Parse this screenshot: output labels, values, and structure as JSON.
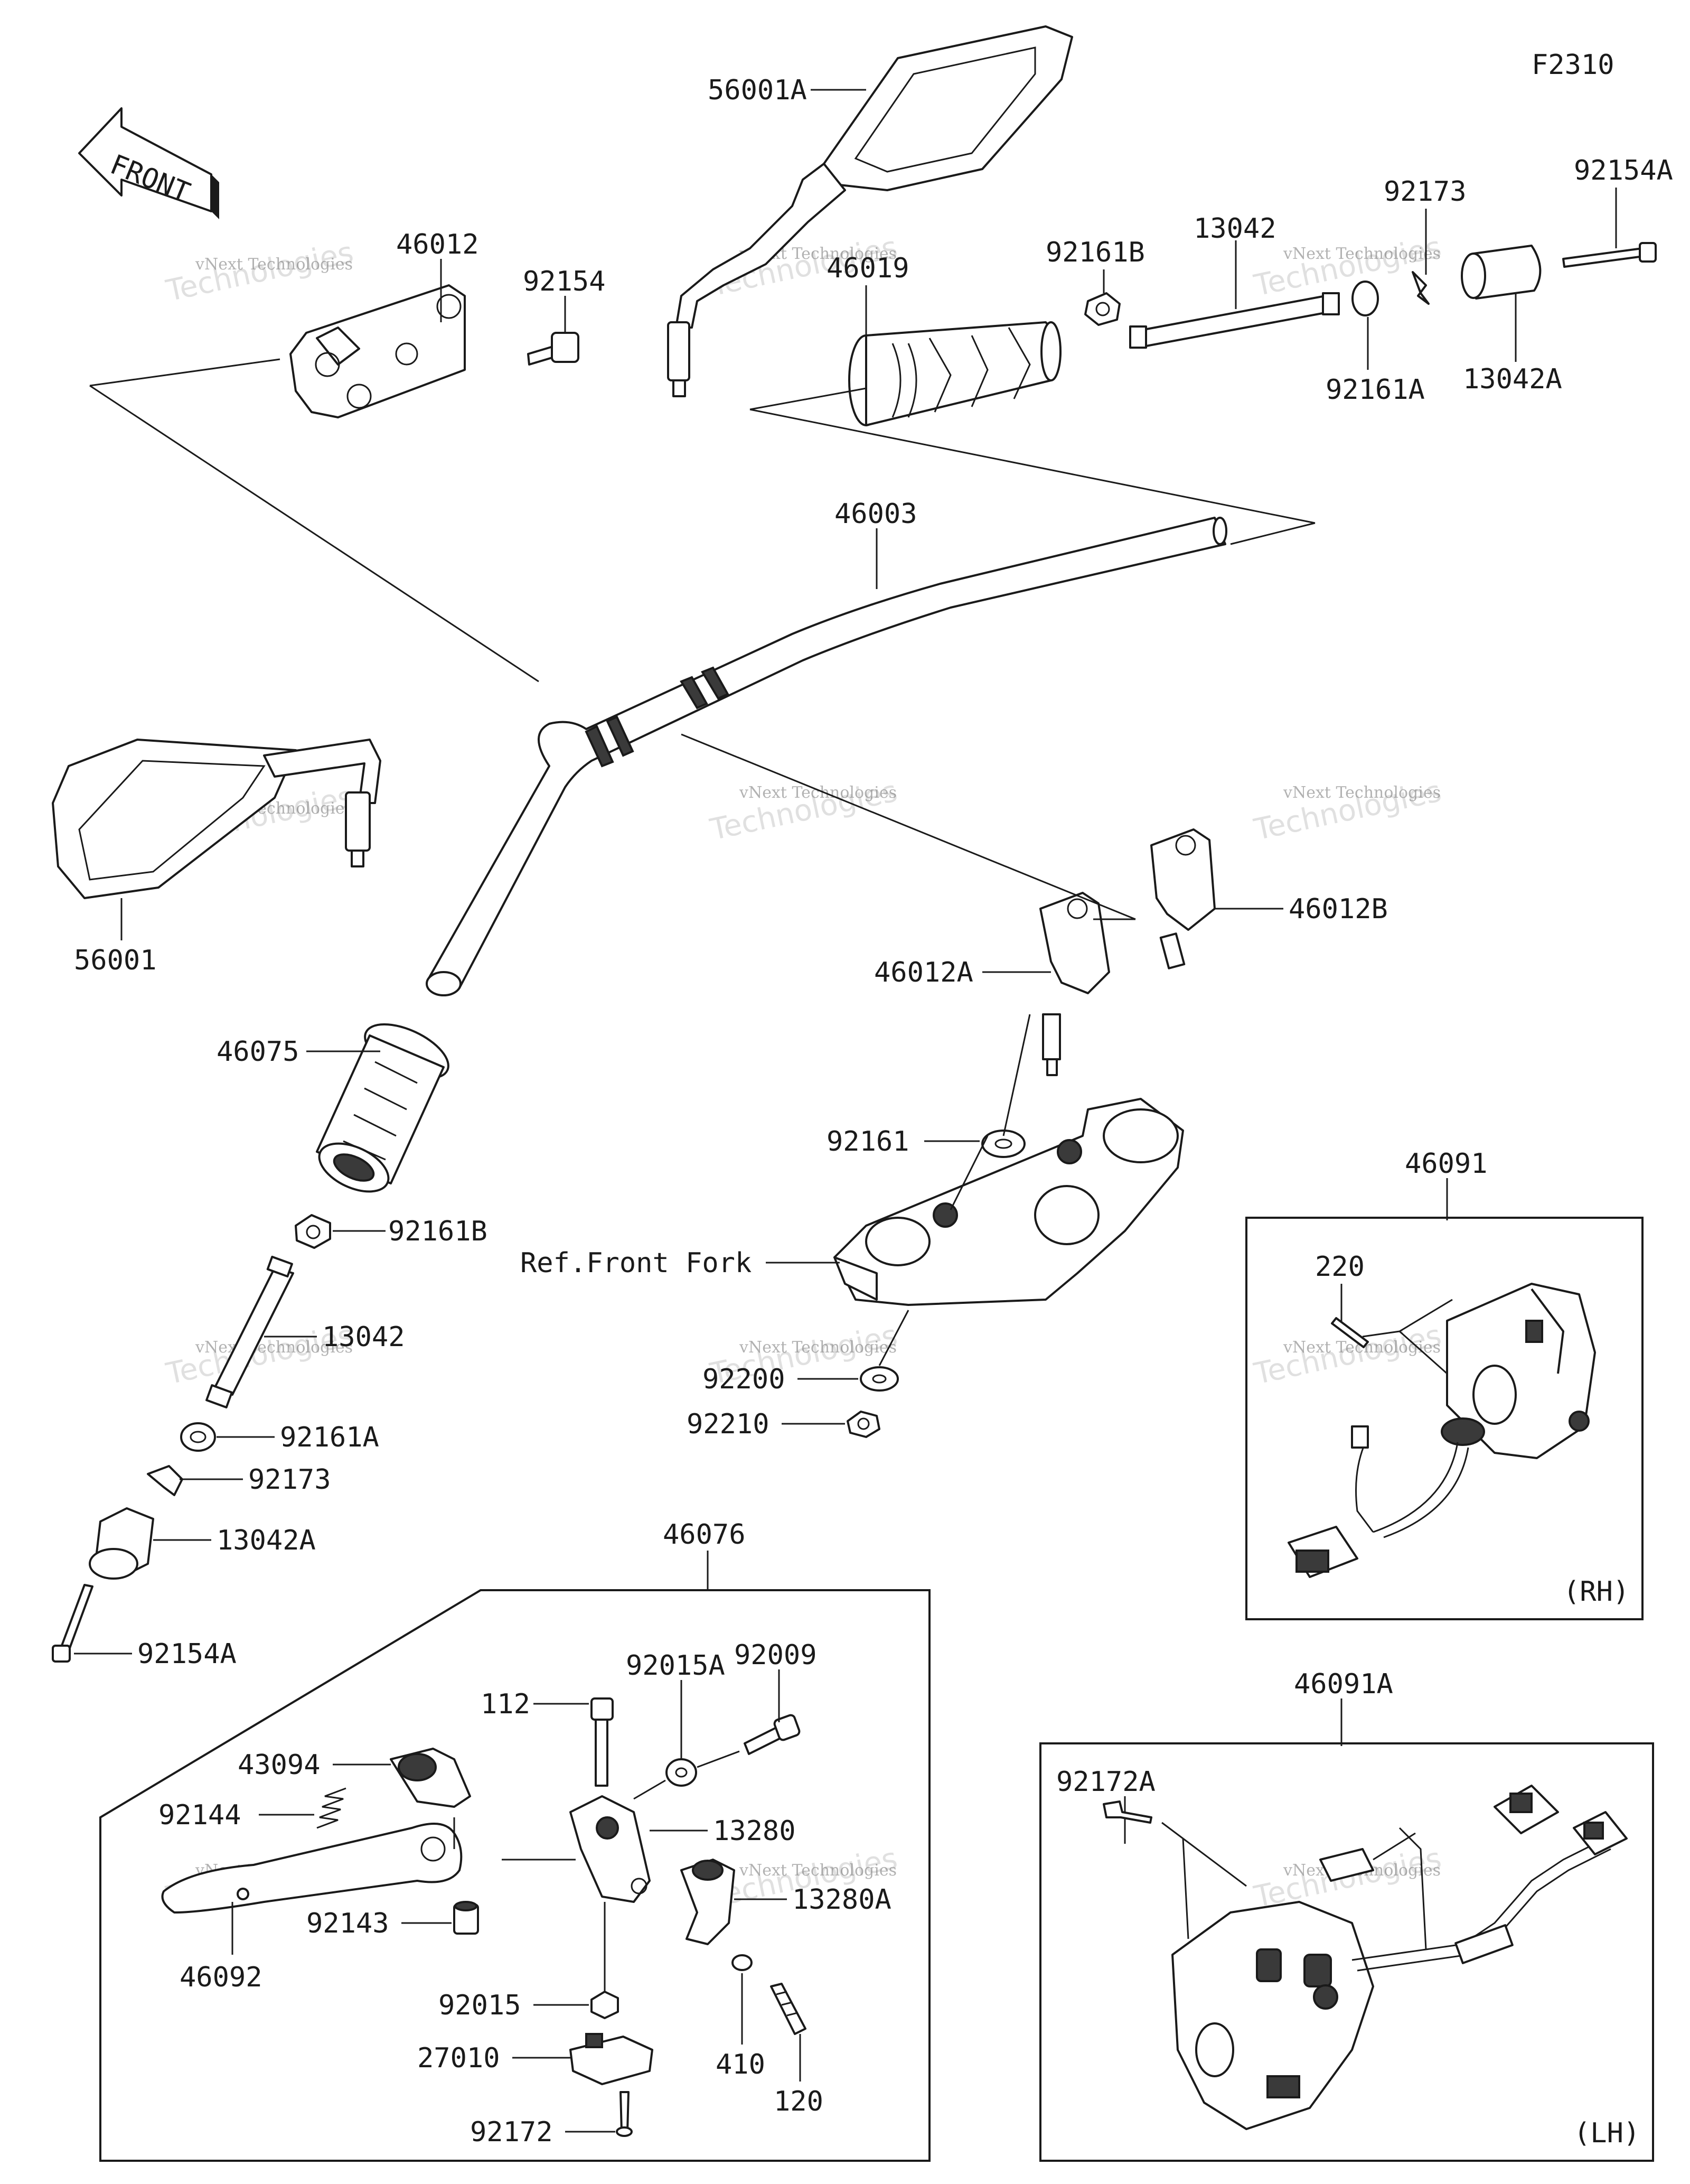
{
  "figure_code": "F2310",
  "front_arrow_text": "FRONT",
  "watermark": {
    "line1": "vNext Technologies",
    "line2": "Technologies"
  },
  "callouts": {
    "p56001A": "56001A",
    "p46019": "46019",
    "p92161B_top": "92161B",
    "p13042_top": "13042",
    "p92173_top": "92173",
    "p92154A_top": "92154A",
    "p92161A_top": "92161A",
    "p13042A_top": "13042A",
    "p46012": "46012",
    "p92154": "92154",
    "p46003": "46003",
    "p56001": "56001",
    "p46012B": "46012B",
    "p46012A": "46012A",
    "p92161": "92161",
    "p46075": "46075",
    "p92161B_left": "92161B",
    "p13042_left": "13042",
    "p92161A_left": "92161A",
    "p92173_left": "92173",
    "p13042A_left": "13042A",
    "p92154A_left": "92154A",
    "ref_front_fork": "Ref.Front Fork",
    "p92200": "92200",
    "p92210": "92210",
    "p46091": "46091",
    "p220": "220",
    "rh": "(RH)",
    "p46076": "46076",
    "p112": "112",
    "p92015A": "92015A",
    "p92009": "92009",
    "p43094": "43094",
    "p92144": "92144",
    "p13280": "13280",
    "p13280A": "13280A",
    "p92143": "92143",
    "p46092": "46092",
    "p92015": "92015",
    "p410": "410",
    "p27010": "27010",
    "p120": "120",
    "p92172": "92172",
    "p46091A": "46091A",
    "p92172A": "92172A",
    "lh": "(LH)"
  }
}
